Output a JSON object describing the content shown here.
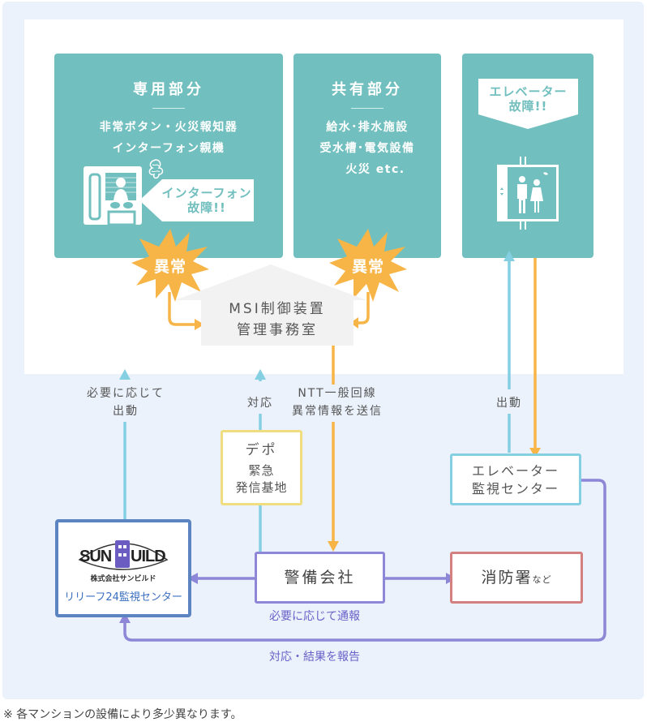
{
  "panels": {
    "private": {
      "title": "専用部分",
      "lines": [
        "非常ボタン・火災報知器",
        "インターフォン親機"
      ],
      "callout": [
        "インターフォン",
        "故障!!"
      ]
    },
    "common": {
      "title": "共有部分",
      "lines": [
        "給水･排水施設",
        "受水槽･電気設備",
        "火災 etc."
      ]
    },
    "elevator": {
      "callout": [
        "エレベーター",
        "故障!!"
      ]
    }
  },
  "alerts": {
    "left": "異常",
    "right": "異常"
  },
  "office": {
    "lines": [
      "MSI制御装置",
      "管理事務室"
    ]
  },
  "labels": {
    "dispatch_if_needed": [
      "必要に応じて",
      "出動"
    ],
    "respond": "対応",
    "ntt": [
      "NTT一般回線",
      "異常情報を送信"
    ],
    "elevator_dispatch": "出動",
    "notify_if_needed": "必要に応じて通報",
    "report": "対応・結果を報告"
  },
  "depot": {
    "title": "デポ",
    "lines": [
      "緊急",
      "発信基地"
    ]
  },
  "elevator_center": {
    "lines": [
      "エレベーター",
      "監視センター"
    ]
  },
  "security": {
    "label": "警備会社"
  },
  "fire": {
    "label": "消防署",
    "suffix": "など"
  },
  "sunbuild": {
    "logo": "SUNBUILD",
    "company": "株式会社サンビルド",
    "center": "リリーフ24監視センター"
  },
  "footnote": "※ 各マンションの設備により多少異なります。",
  "colors": {
    "teal": "#71bfbe",
    "orange": "#f8b547",
    "lightblue": "#85cfe3",
    "purple": "#8e86d6",
    "blue": "#5b84c0",
    "yellow": "#f0dd80",
    "red": "#d48080",
    "bg": "#ebf2fc"
  }
}
